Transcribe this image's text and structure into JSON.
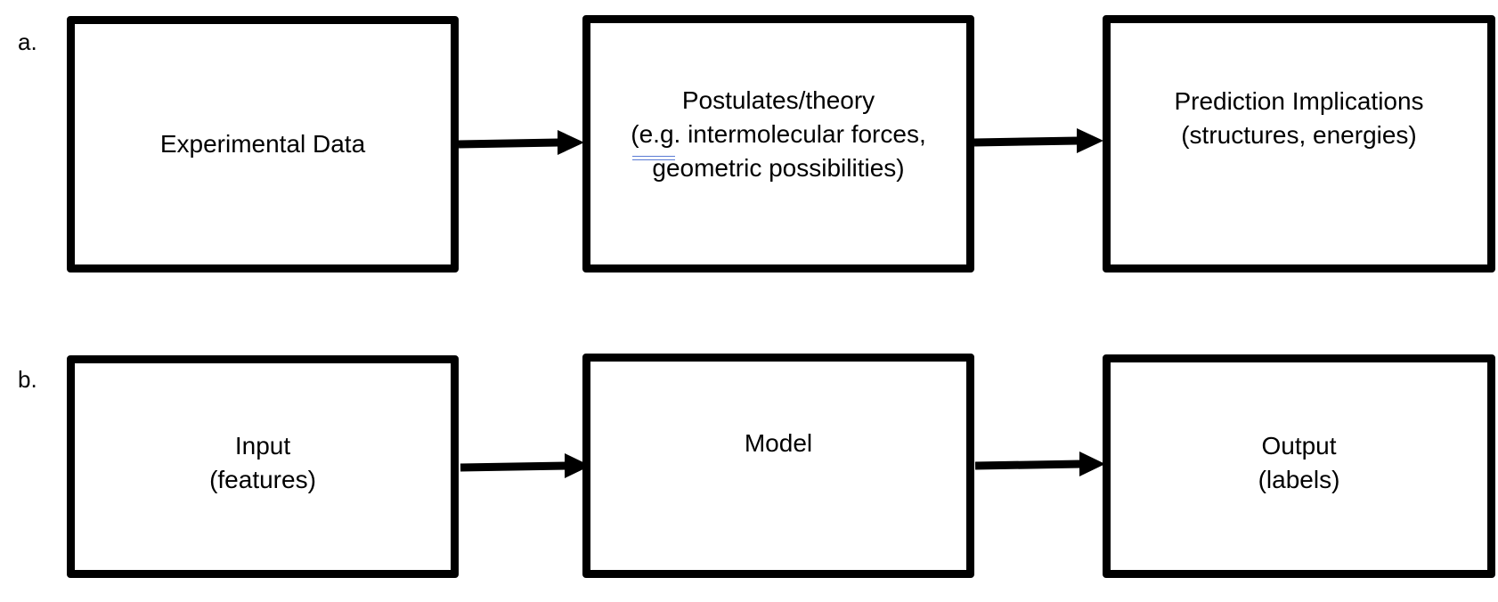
{
  "panel_a": {
    "label": "a.",
    "boxes": [
      {
        "text": "Experimental Data"
      },
      {
        "text": "Postulates/theory\n(e.g. intermolecular forces,\ngeometric possibilities)"
      },
      {
        "text": "Prediction Implications\n(structures, energies)"
      }
    ]
  },
  "panel_b": {
    "label": "b.",
    "boxes": [
      {
        "text": "Input\n(features)"
      },
      {
        "text": "Model"
      },
      {
        "text": "Output\n(labels)"
      }
    ]
  },
  "colors": {
    "stroke": "#000000",
    "background": "#ffffff",
    "spellcheck_underline": "#5a7bd4"
  }
}
